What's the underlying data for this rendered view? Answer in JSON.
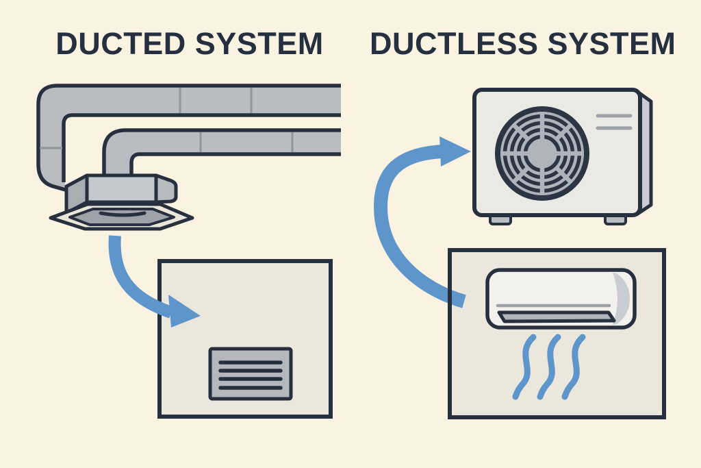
{
  "titles": {
    "left": "DUCTED SYSTEM",
    "right": "DUCTLESS SYSTEM"
  },
  "colors": {
    "background": "#FAF3E2",
    "outline_dark_navy": "#26303E",
    "duct_gray": "#B9BDC1",
    "duct_seam_gray": "#8E959B",
    "wall_fill": "#EBE7DC",
    "accent_airflow_blue": "#5E96CC",
    "unit_body_offwhite": "#EBE9E3",
    "unit_metal_gray": "#B4B8BC",
    "title_text": "#242F40"
  },
  "figures": {
    "left": {
      "label": "DUCTED SYSTEM",
      "parts": [
        "air-duct-upper",
        "air-duct-lower",
        "ceiling-cassette-unit",
        "airflow-arrow",
        "room-wall",
        "wall-vent-grille"
      ]
    },
    "right": {
      "label": "DUCTLESS SYSTEM",
      "parts": [
        "outdoor-condenser-unit",
        "fan-grille",
        "refrigerant-line-arrow",
        "room-wall",
        "wall-mounted-indoor-unit",
        "airflow-waves"
      ]
    }
  }
}
